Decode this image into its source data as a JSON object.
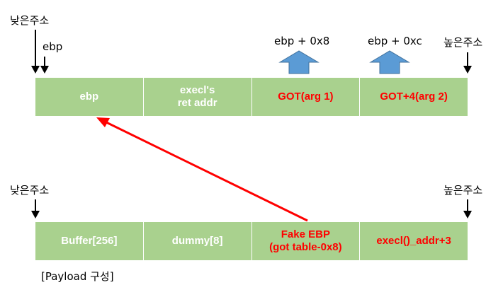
{
  "colors": {
    "cell_fill": "#a9d18e",
    "arrow_fill": "#5b9bd5",
    "pointer_red": "#ff0000"
  },
  "top": {
    "low_addr": "낮은주소",
    "high_addr": "높은주소",
    "ebp_marker": "ebp",
    "offset_8": "ebp + 0x8",
    "offset_c": "ebp + 0xc",
    "cells": [
      {
        "line1": "ebp",
        "line2": ""
      },
      {
        "line1": "execl's",
        "line2": "ret addr"
      },
      {
        "line1": "GOT(arg 1)",
        "line2": ""
      },
      {
        "line1": "GOT+4(arg 2)",
        "line2": ""
      }
    ]
  },
  "bottom": {
    "low_addr": "낮은주소",
    "high_addr": "높은주소",
    "cells": [
      {
        "line1": "Buffer[256]",
        "line2": ""
      },
      {
        "line1": "dummy[8]",
        "line2": ""
      },
      {
        "line1": "Fake EBP",
        "line2": "(got table-0x8)"
      },
      {
        "line1": "execl()_addr+3",
        "line2": ""
      }
    ],
    "caption": "[Payload 구성]"
  }
}
